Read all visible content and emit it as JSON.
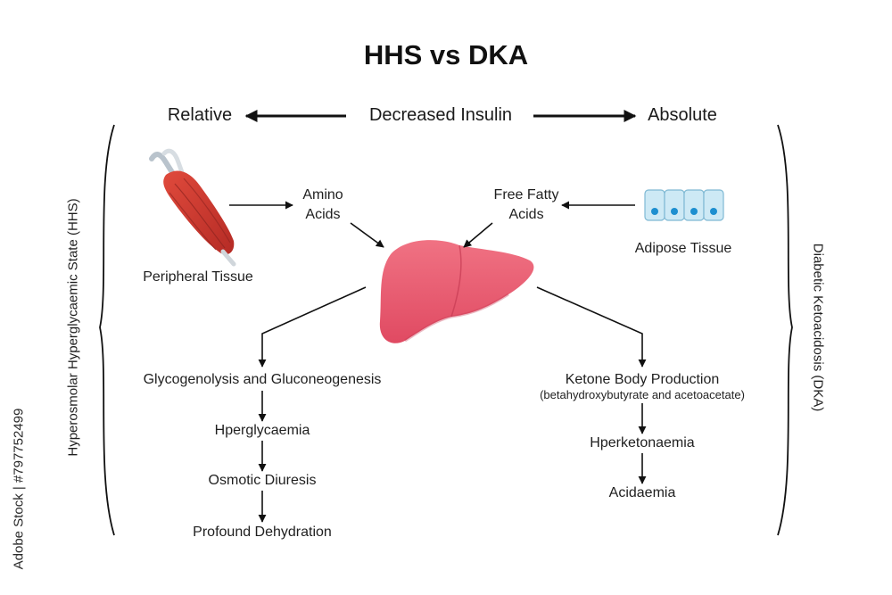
{
  "title": "HHS vs DKA",
  "insulin_axis": {
    "left": "Relative",
    "center": "Decreased Insulin",
    "right": "Absolute"
  },
  "sources": {
    "peripheral_tissue": "Peripheral Tissue",
    "amino_acids_line1": "Amino",
    "amino_acids_line2": "Acids",
    "free_fatty_acids_line1": "Free Fatty",
    "free_fatty_acids_line2": "Acids",
    "adipose_tissue": "Adipose Tissue"
  },
  "hhs_pathway": {
    "side_label": "Hyperosmolar Hyperglycaemic State (HHS)",
    "steps": [
      "Glycogenolysis and Gluconeogenesis",
      "Hperglycaemia",
      "Osmotic Diuresis",
      "Profound Dehydration"
    ]
  },
  "dka_pathway": {
    "side_label": "Diabetic Ketoacidosis (DKA)",
    "step1": "Ketone Body Production",
    "step1_detail": "(betahydroxybutyrate and acetoacetate)",
    "steps": [
      "Hperketonaemia",
      "Acidaemia"
    ]
  },
  "credit": "Adobe Stock | #797752499",
  "colors": {
    "liver": "#e8566b",
    "muscle": "#c9382f",
    "adipose_fill": "#cde9f5",
    "adipose_nucleus": "#1d8fd0",
    "line": "#111111"
  }
}
